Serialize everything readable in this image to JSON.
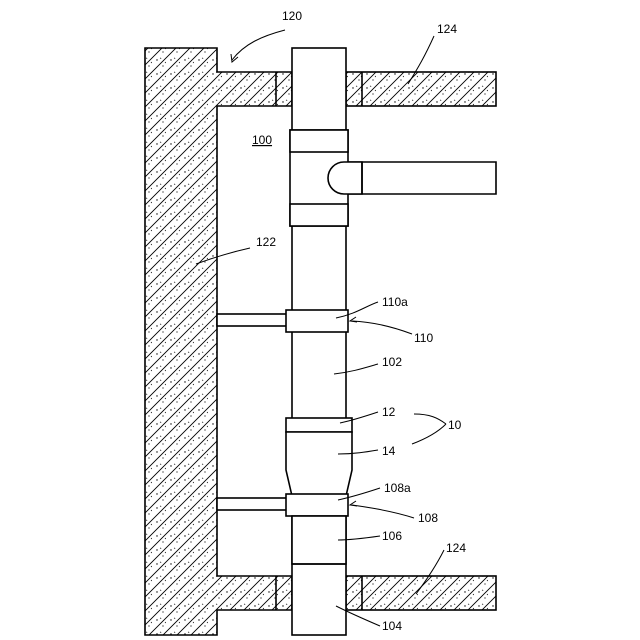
{
  "labels": {
    "building_ref": "120",
    "slab_ref": "124",
    "slab_ref_lower": "124",
    "space_ref": "100",
    "wall_ref": "122",
    "upper_bracket_band_ref": "110a",
    "upper_bracket_ref": "110",
    "main_pipe_ref": "102",
    "coupling_ring_ref": "12",
    "joint_ref": "10",
    "reducer_ref": "14",
    "lower_bracket_band_ref": "108a",
    "lower_bracket_ref": "108",
    "lower_pipe_ref": "106",
    "bottom_pipe_ref": "104"
  }
}
